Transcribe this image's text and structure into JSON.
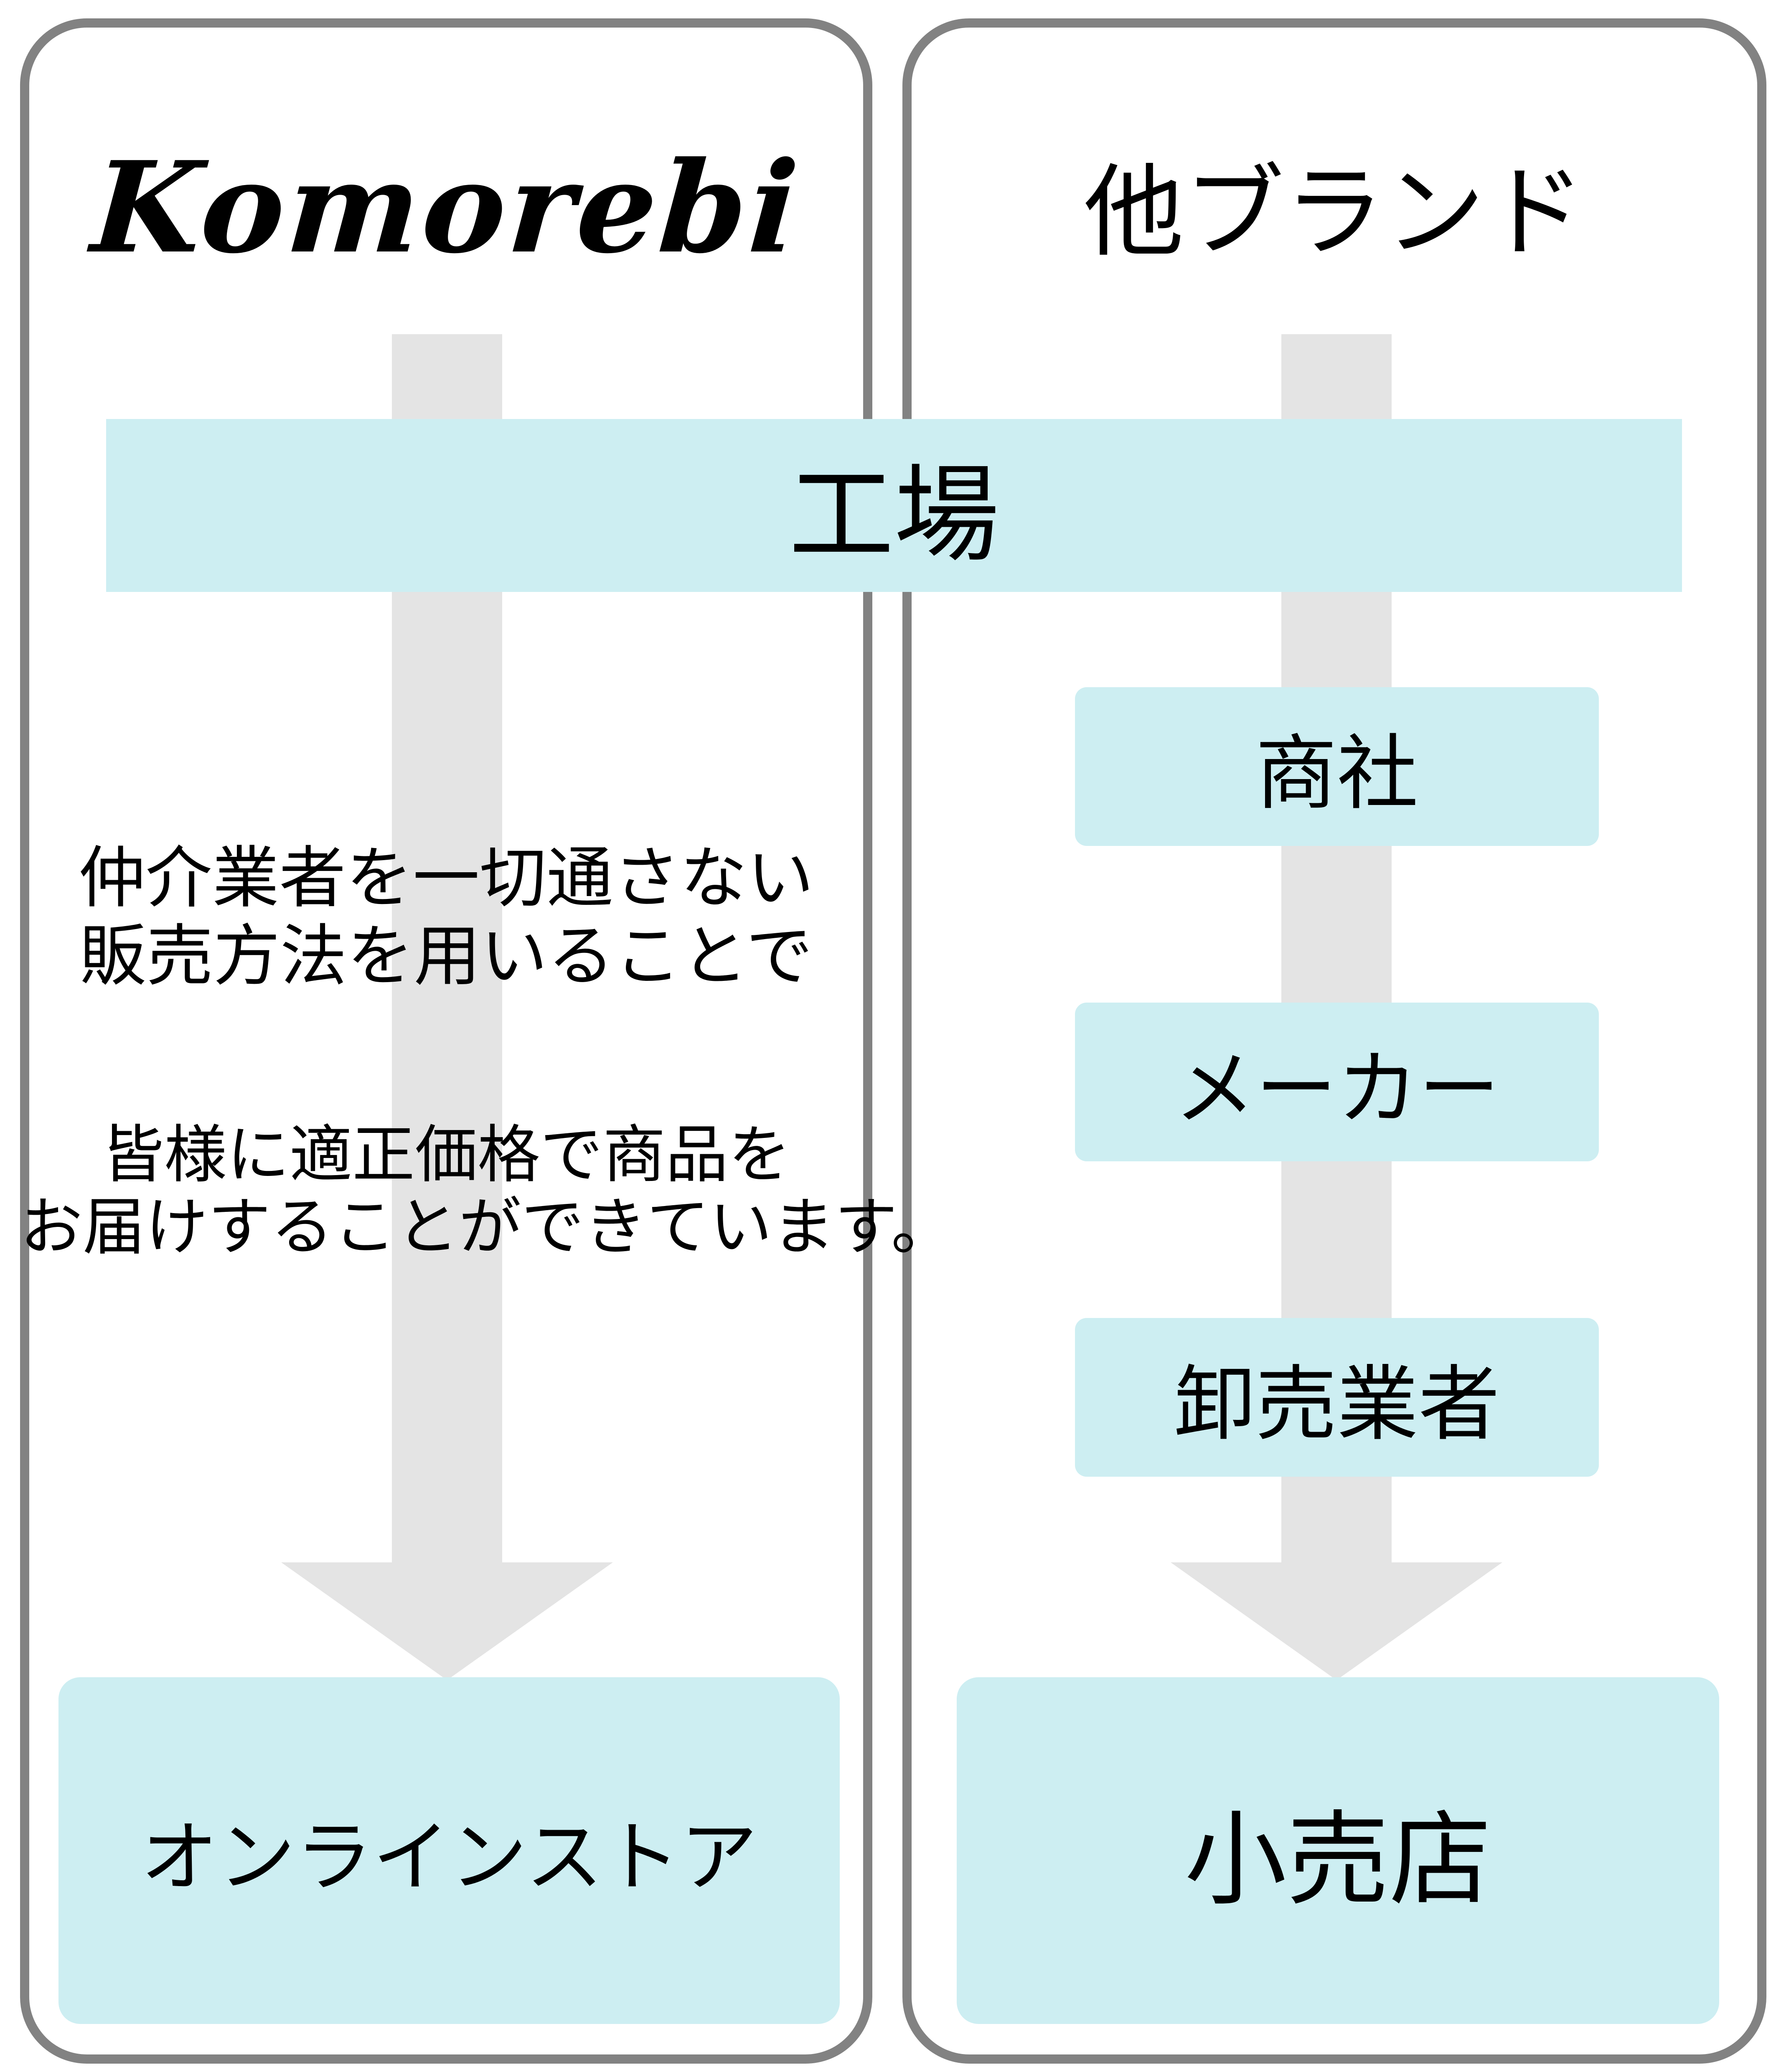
{
  "colors": {
    "box_fill": "#cdeef2",
    "arrow_fill": "#e4e4e4",
    "panel_border": "#828282",
    "text": "#000000",
    "background": "#ffffff"
  },
  "shared": {
    "source_label": "工場"
  },
  "komorebi_panel": {
    "brand": "Komorebi",
    "note1": {
      "line1": "仲介業者を一切通さない",
      "line2": "販売方法を用いることで"
    },
    "note2": {
      "line1": "皆様に適正価格で商品を",
      "line2": "お届けすることができています。"
    },
    "destination": "オンラインストア"
  },
  "other_panel": {
    "title": "他ブランド",
    "steps": [
      "商社",
      "メーカー",
      "卸売業者"
    ],
    "destination": "小売店"
  }
}
